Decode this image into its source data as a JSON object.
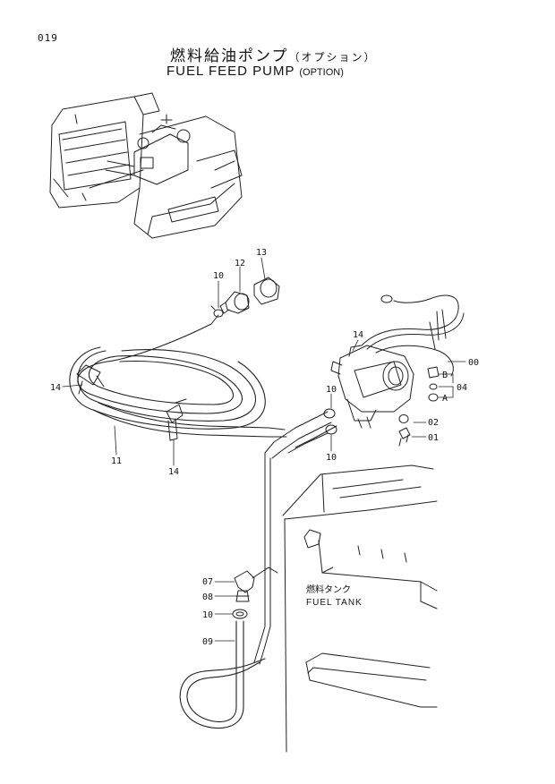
{
  "page_number": "019",
  "title_jp": "燃料給油ポンプ",
  "title_jp_sub": "（オプション）",
  "title_en": "FUEL FEED PUMP",
  "title_en_sub": "(OPTION)",
  "part_labels": {
    "p00": "00",
    "p01": "01",
    "p02": "02",
    "p04": "04",
    "pA": "A",
    "pB": "B",
    "p07": "07",
    "p08": "08",
    "p09": "09",
    "p10a": "10",
    "p10b": "10",
    "p10c": "10",
    "p10d": "10",
    "p11": "11",
    "p12": "12",
    "p13": "13",
    "p14a": "14",
    "p14b": "14",
    "p14c": "14"
  },
  "tank_label_jp": "燃料タンク",
  "tank_label_en": "FUEL TANK"
}
